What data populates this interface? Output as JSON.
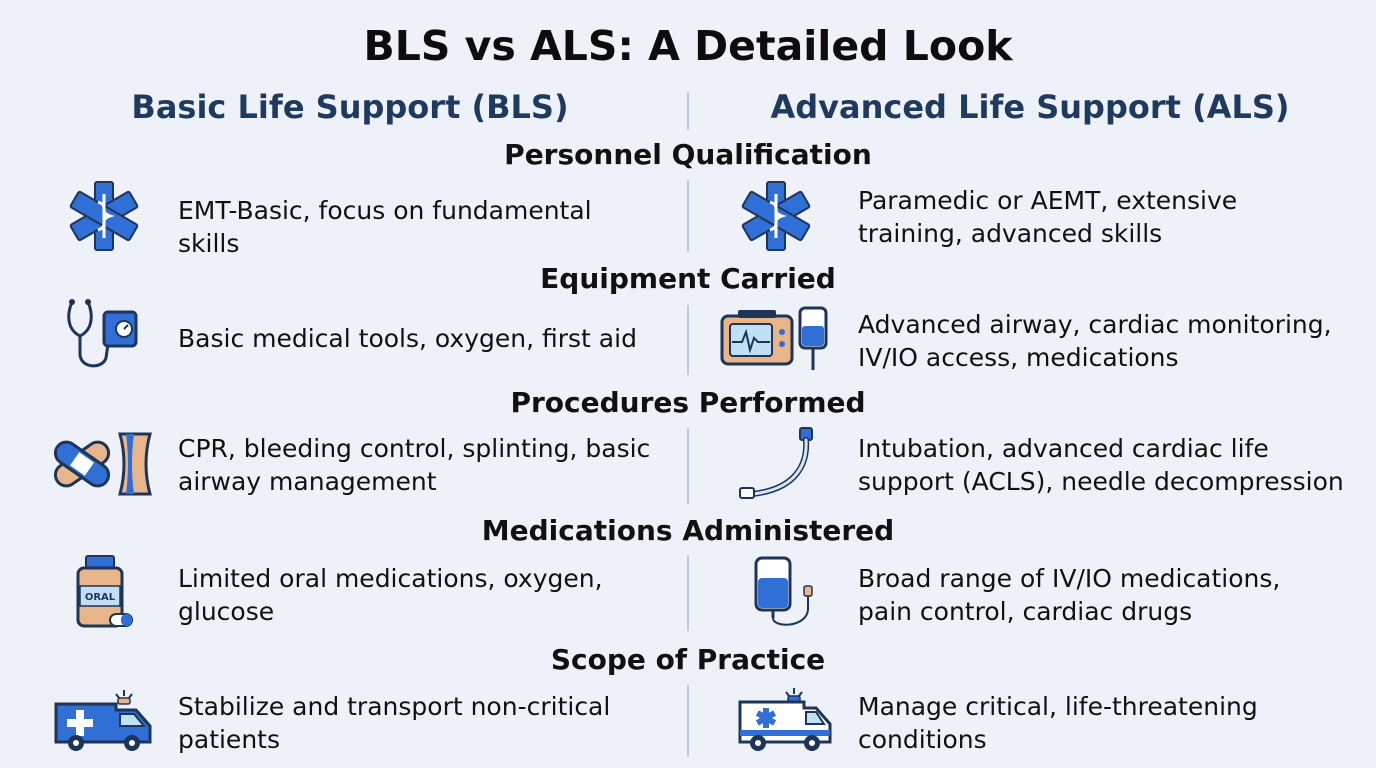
{
  "title": "BLS vs ALS: A Detailed Look",
  "columns": {
    "left": "Basic Life Support (BLS)",
    "right": "Advanced Life Support (ALS)"
  },
  "colors": {
    "heading_blue": "#1e3a5f",
    "icon_blue": "#2f6fd6",
    "icon_outline": "#1f3557",
    "icon_orange": "#e8b58a",
    "divider": "#c3cad6",
    "background": "#eef2f8"
  },
  "sections": [
    {
      "title": "Personnel Qualification",
      "bls": {
        "text": "EMT-Basic, focus on fundamental skills",
        "icon": "star-of-life-icon"
      },
      "als": {
        "text": "Paramedic or AEMT, extensive training, advanced skills",
        "icon": "star-of-life-icon"
      }
    },
    {
      "title": "Equipment Carried",
      "bls": {
        "text": "Basic medical tools, oxygen, first aid",
        "icon": "stethoscope-icon"
      },
      "als": {
        "text": "Advanced airway, cardiac monitoring, IV/IO access, medications",
        "icon": "cardiac-monitor-iv-icon"
      }
    },
    {
      "title": "Procedures Performed",
      "bls": {
        "text": "CPR, bleeding control, splinting, basic airway management",
        "icon": "bandage-splint-icon"
      },
      "als": {
        "text": "Intubation, advanced cardiac life support (ACLS), needle decompression",
        "icon": "endotracheal-tube-icon"
      }
    },
    {
      "title": "Medications Administered",
      "bls": {
        "text": "Limited oral medications, oxygen, glucose",
        "icon": "oral-medication-bottle-icon",
        "icon_label": "ORAL"
      },
      "als": {
        "text": "Broad range of IV/IO medications, pain control, cardiac drugs",
        "icon": "iv-bag-icon"
      }
    },
    {
      "title": "Scope of Practice",
      "bls": {
        "text": "Stabilize and transport non-critical patients",
        "icon": "ambulance-icon"
      },
      "als": {
        "text": "Manage critical, life-threatening conditions",
        "icon": "advanced-ambulance-icon"
      }
    }
  ]
}
